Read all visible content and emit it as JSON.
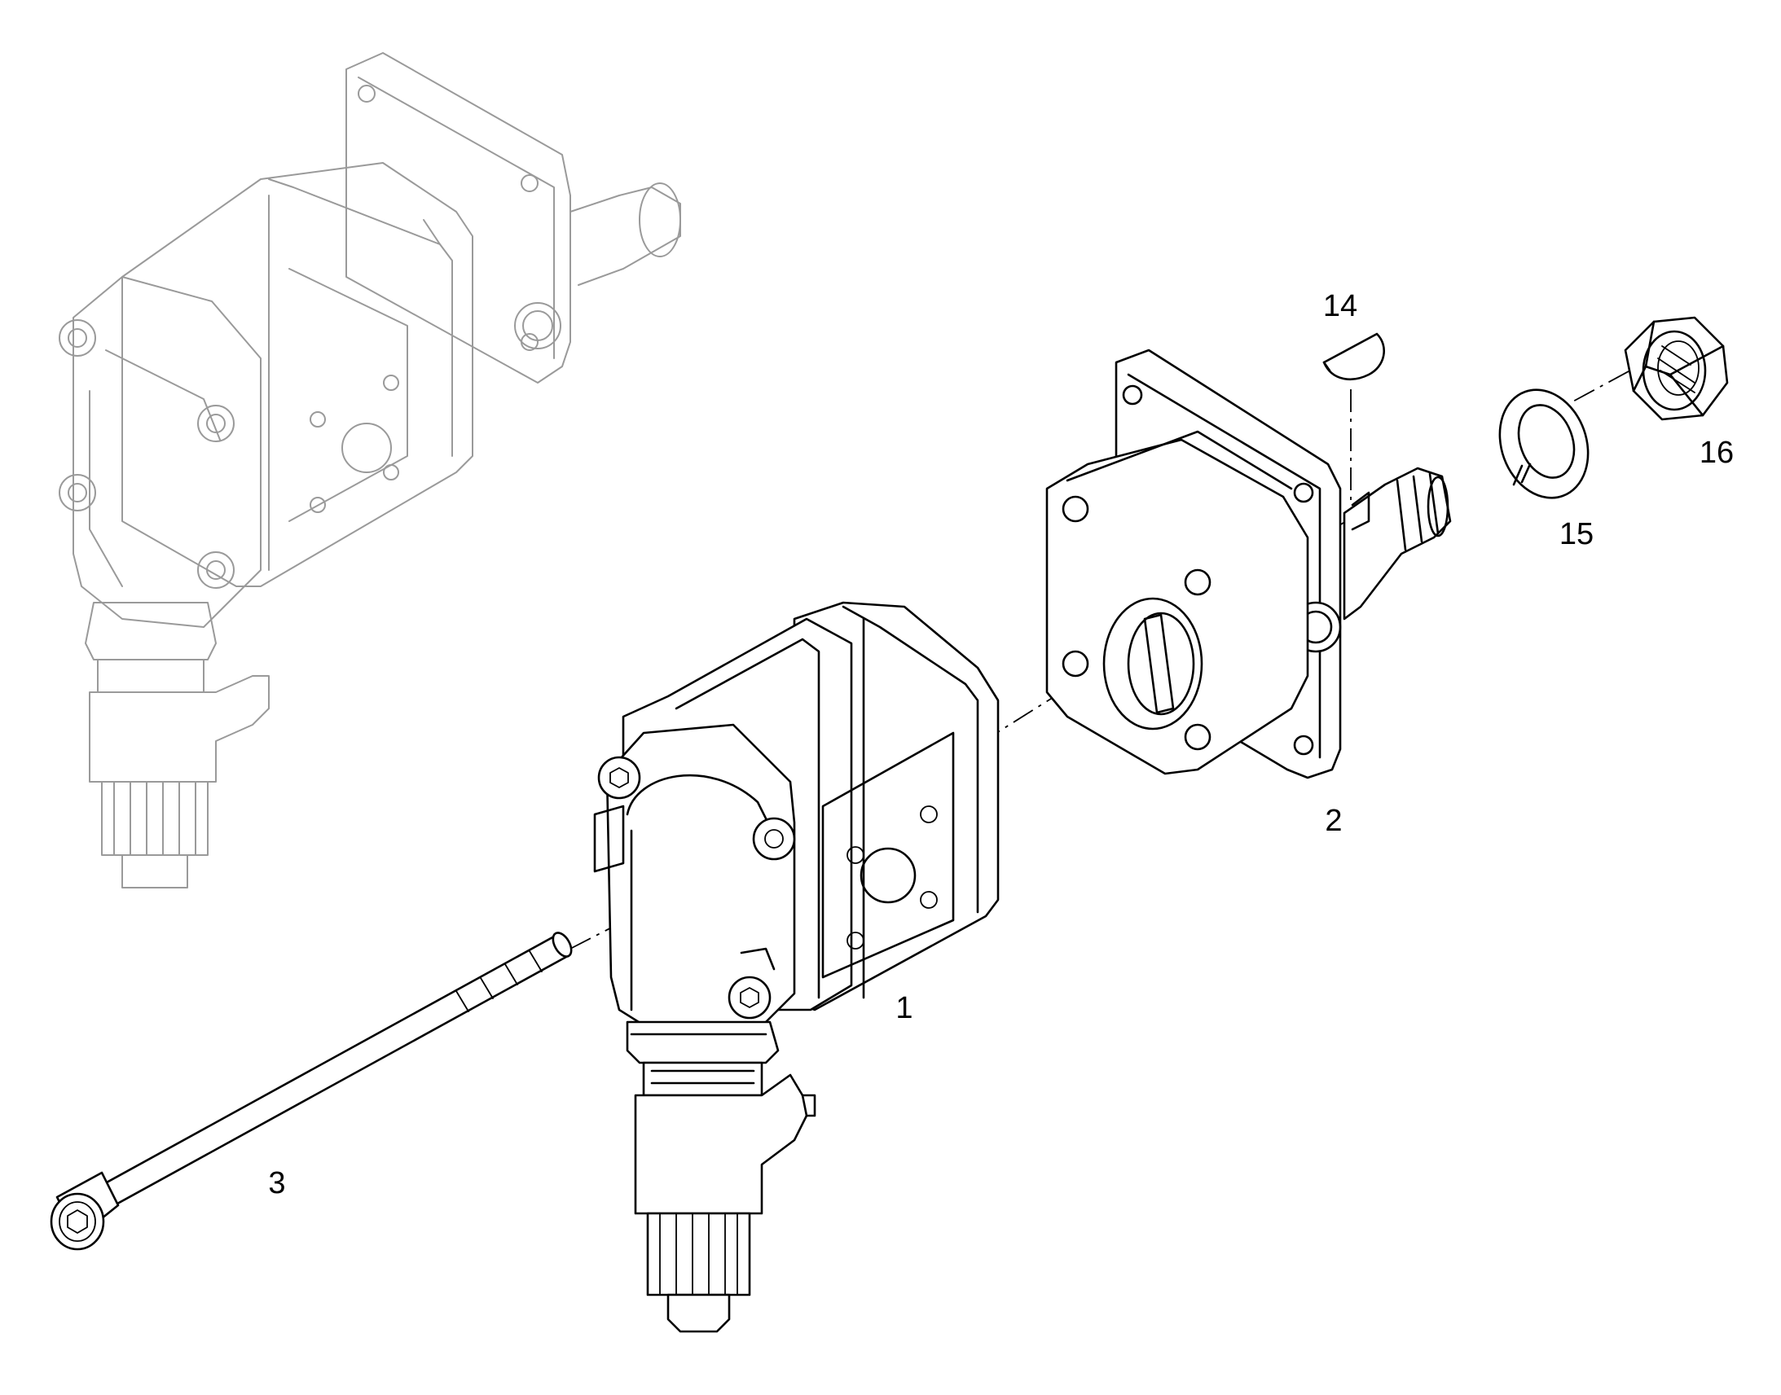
{
  "diagram": {
    "callouts": [
      {
        "id": "c1",
        "label": "1"
      },
      {
        "id": "c2",
        "label": "2"
      },
      {
        "id": "c3",
        "label": "3"
      },
      {
        "id": "c14",
        "label": "14"
      },
      {
        "id": "c15",
        "label": "15"
      },
      {
        "id": "c16",
        "label": "16"
      }
    ],
    "colors": {
      "line": "#000000",
      "ghost": "#9a9a9a",
      "background": "#ffffff"
    }
  }
}
